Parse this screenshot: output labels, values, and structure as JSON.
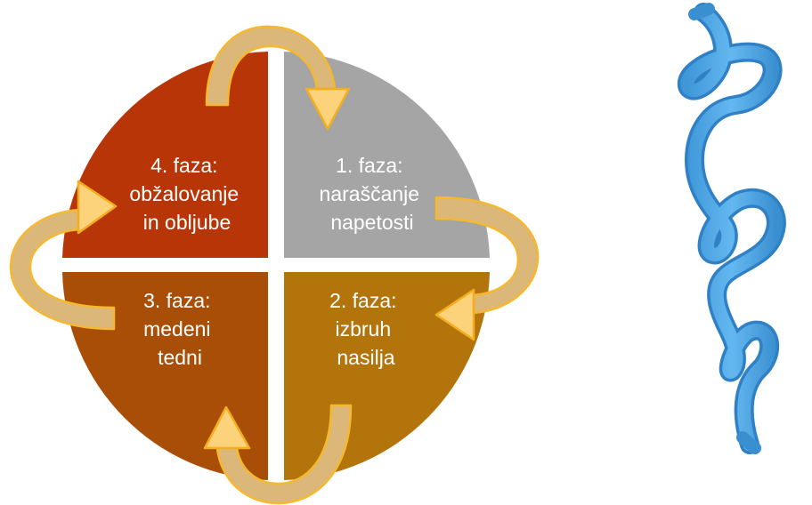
{
  "diagram": {
    "phases": [
      {
        "id": "phase-1",
        "lines": [
          "1. faza:",
          "naraščanje",
          "napetosti"
        ],
        "color": "#a5a5a5"
      },
      {
        "id": "phase-2",
        "lines": [
          "2. faza:",
          "izbruh",
          "nasilja"
        ],
        "color": "#b3740b"
      },
      {
        "id": "phase-3",
        "lines": [
          "3. faza:",
          "medeni",
          "tedni"
        ],
        "color": "#a84e07"
      },
      {
        "id": "phase-4",
        "lines": [
          "4. faza:",
          "obžalovanje",
          "in obljube"
        ],
        "color": "#b83508"
      }
    ],
    "arrow_color": "#f5b82e",
    "ribbon_color": "#4ea6e5"
  }
}
